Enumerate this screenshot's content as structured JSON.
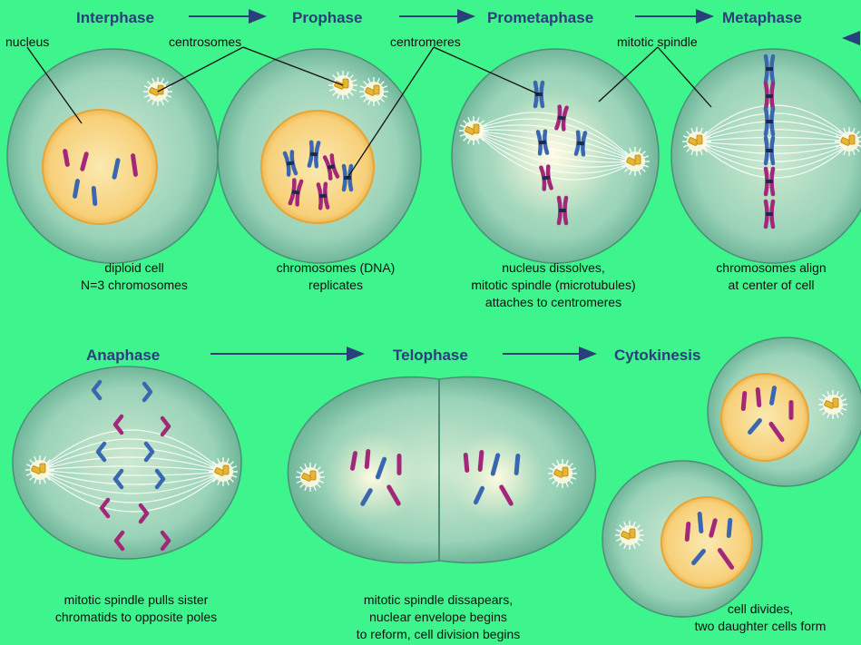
{
  "phases": {
    "interphase": "Interphase",
    "prophase": "Prophase",
    "prometaphase": "Prometaphase",
    "metaphase": "Metaphase",
    "anaphase": "Anaphase",
    "telophase": "Telophase",
    "cytokinesis": "Cytokinesis"
  },
  "labels": {
    "nucleus": "nucleus",
    "centrosomes": "centrosomes",
    "centromeres": "centromeres",
    "mitotic_spindle": "mitotic spindle"
  },
  "captions": {
    "interphase": [
      "diploid cell",
      "N=3 chromosomes"
    ],
    "prophase": [
      "chromosomes (DNA)",
      "replicates"
    ],
    "prometaphase": [
      "nucleus dissolves,",
      "mitotic spindle (microtubules)",
      "attaches to centromeres"
    ],
    "metaphase": [
      "chromosomes align",
      "at center of cell"
    ],
    "anaphase": [
      "mitotic spindle pulls sister",
      "chromatids to opposite poles"
    ],
    "telophase": [
      "mitotic spindle dissapears,",
      "nuclear envelope begins",
      "to reform, cell division begins"
    ],
    "cytokinesis": [
      "cell divides,",
      "two daughter cells form"
    ]
  },
  "colors": {
    "background": "#3df58c",
    "cell": "#8fd2b4",
    "nucleus": "#f7c15a",
    "chromosome_blue": "#3b67b0",
    "chromosome_magenta": "#a3287a",
    "centrosome": "#e8b530",
    "heading": "#2b3f7a"
  }
}
